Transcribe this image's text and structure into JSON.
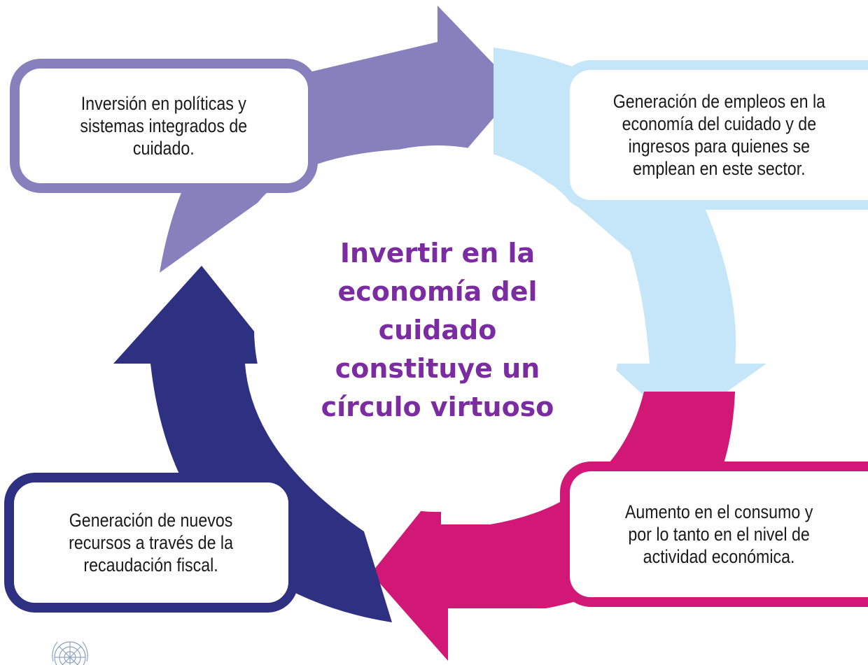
{
  "center_title": "Invertir en la\neconomía del\ncuidado\nconstituye un\ncírculo virtuoso",
  "boxes": {
    "top_left": "Inversión en políticas y\nsistemas integrados de\ncuidado.",
    "top_right": "Generación de empleos en la\neconomía del cuidado y de\ningresos para quienes se\nemplean en este sector.",
    "bottom_right": "Aumento en el consumo y\npor lo tanto en el nivel de\nactividad económica.",
    "bottom_left": "Generación de nuevos\nrecursos a través de la\nrecaudación fiscal."
  },
  "colors": {
    "lavender": "#8780bd",
    "light_blue": "#c5e6f8",
    "magenta": "#d21877",
    "navy": "#2e3182",
    "title": "#7b2ca0",
    "un_logo": "#8ea3c4"
  },
  "icons": {
    "un_emblem": "un-emblem-icon"
  }
}
